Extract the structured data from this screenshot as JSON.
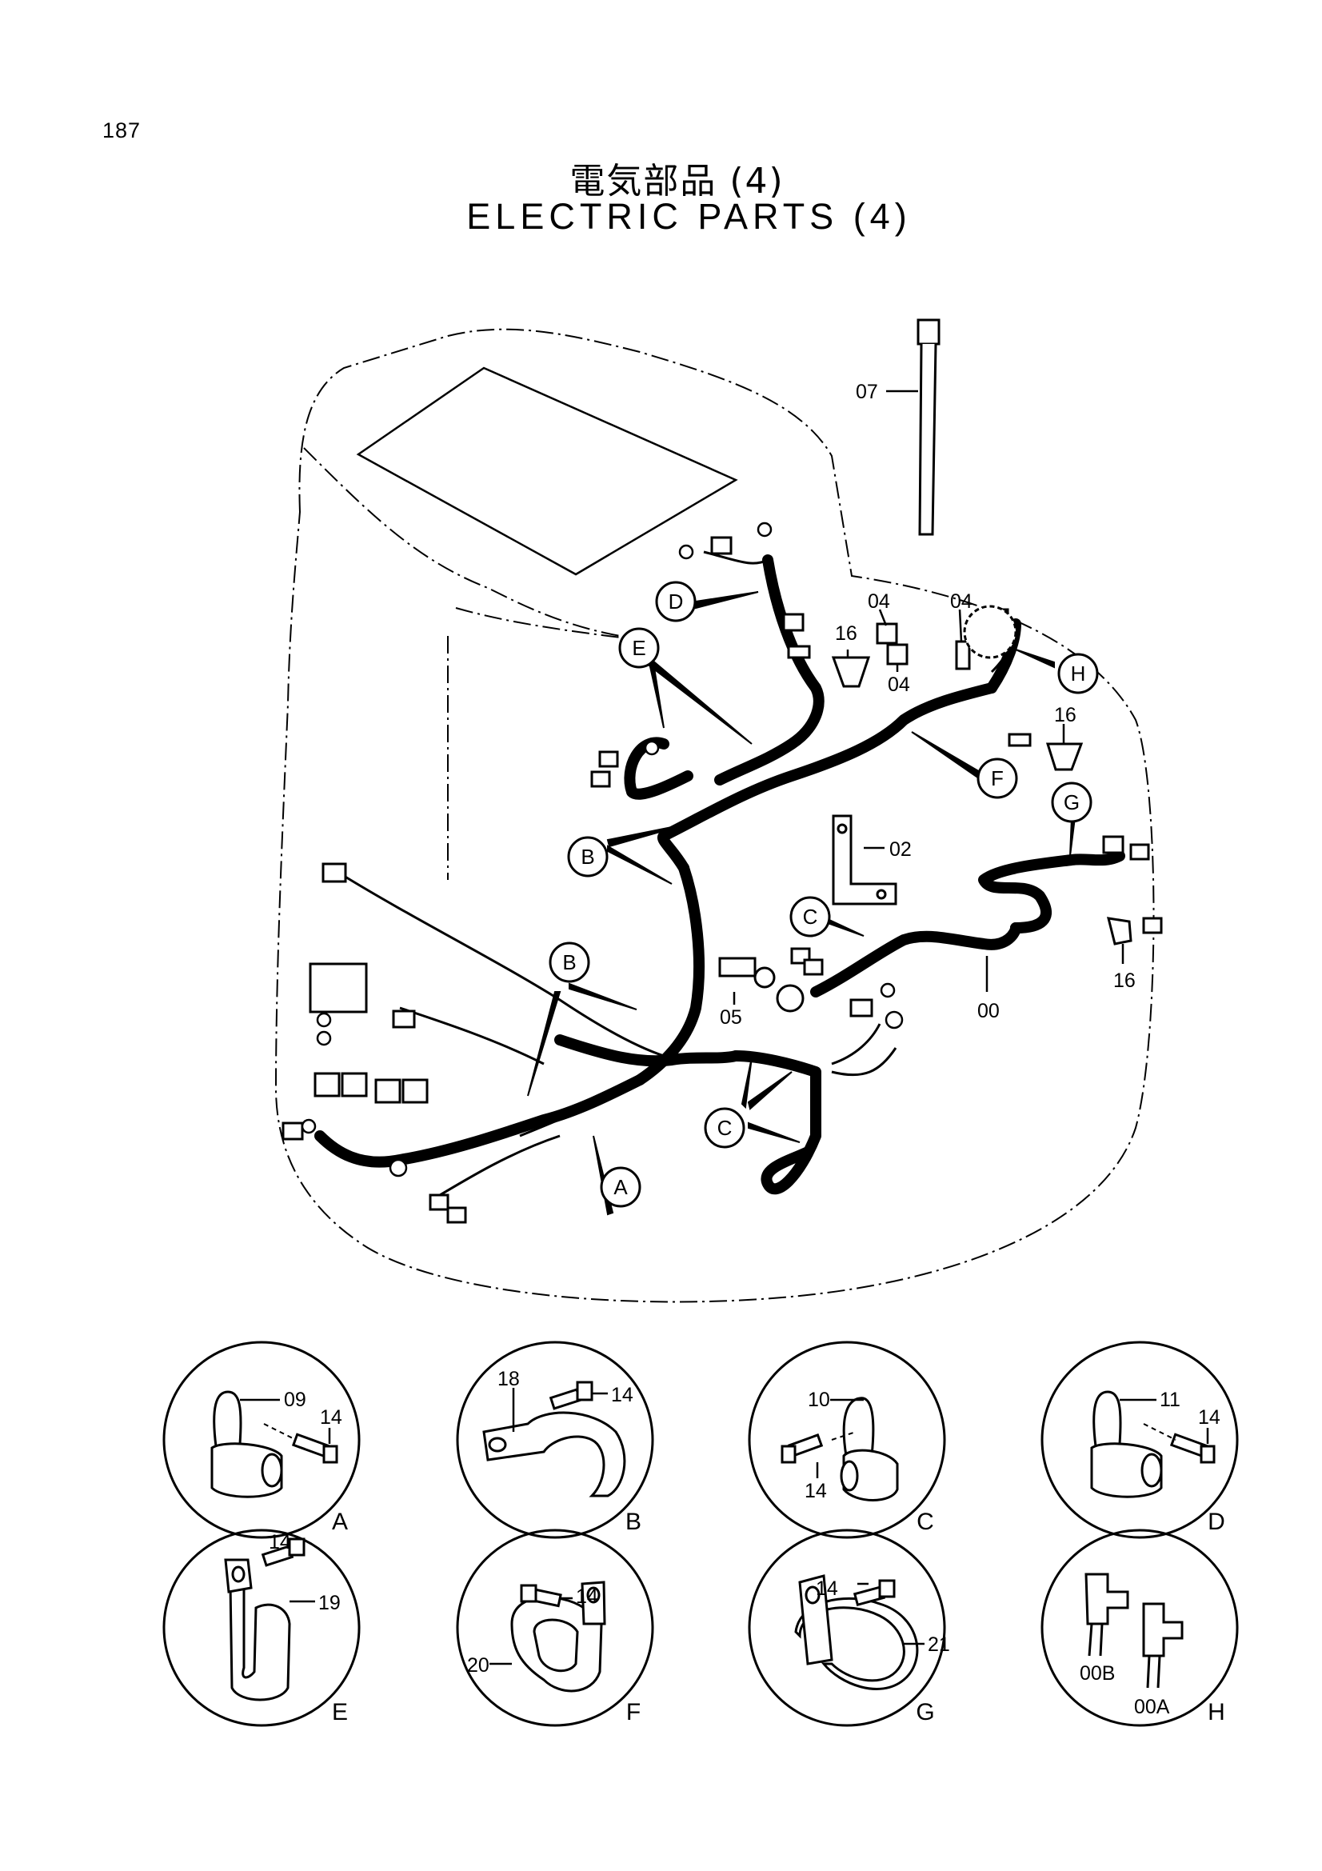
{
  "page_number": "187",
  "title_jp": "電気部品 (4)",
  "title_en": "ELECTRIC PARTS (4)",
  "part_labels": {
    "p07": "07",
    "p02": "02",
    "p04a": "04",
    "p04b": "04",
    "p04c": "04",
    "p16a": "16",
    "p16b": "16",
    "p16c": "16",
    "p05": "05",
    "p00": "00"
  },
  "callouts": {
    "A": "A",
    "B": "B",
    "C": "C",
    "D": "D",
    "E": "E",
    "F": "F",
    "G": "G",
    "H": "H"
  },
  "details": [
    {
      "id": "A",
      "letter": "A",
      "parts": [
        "09",
        "14"
      ]
    },
    {
      "id": "B",
      "letter": "B",
      "parts": [
        "18",
        "14"
      ]
    },
    {
      "id": "C",
      "letter": "C",
      "parts": [
        "10",
        "14"
      ]
    },
    {
      "id": "D",
      "letter": "D",
      "parts": [
        "11",
        "14"
      ]
    },
    {
      "id": "E",
      "letter": "E",
      "parts": [
        "14",
        "19"
      ]
    },
    {
      "id": "F",
      "letter": "F",
      "parts": [
        "14",
        "20"
      ]
    },
    {
      "id": "G",
      "letter": "G",
      "parts": [
        "14",
        "21"
      ]
    },
    {
      "id": "H",
      "letter": "H",
      "parts": [
        "00B",
        "00A"
      ]
    }
  ]
}
